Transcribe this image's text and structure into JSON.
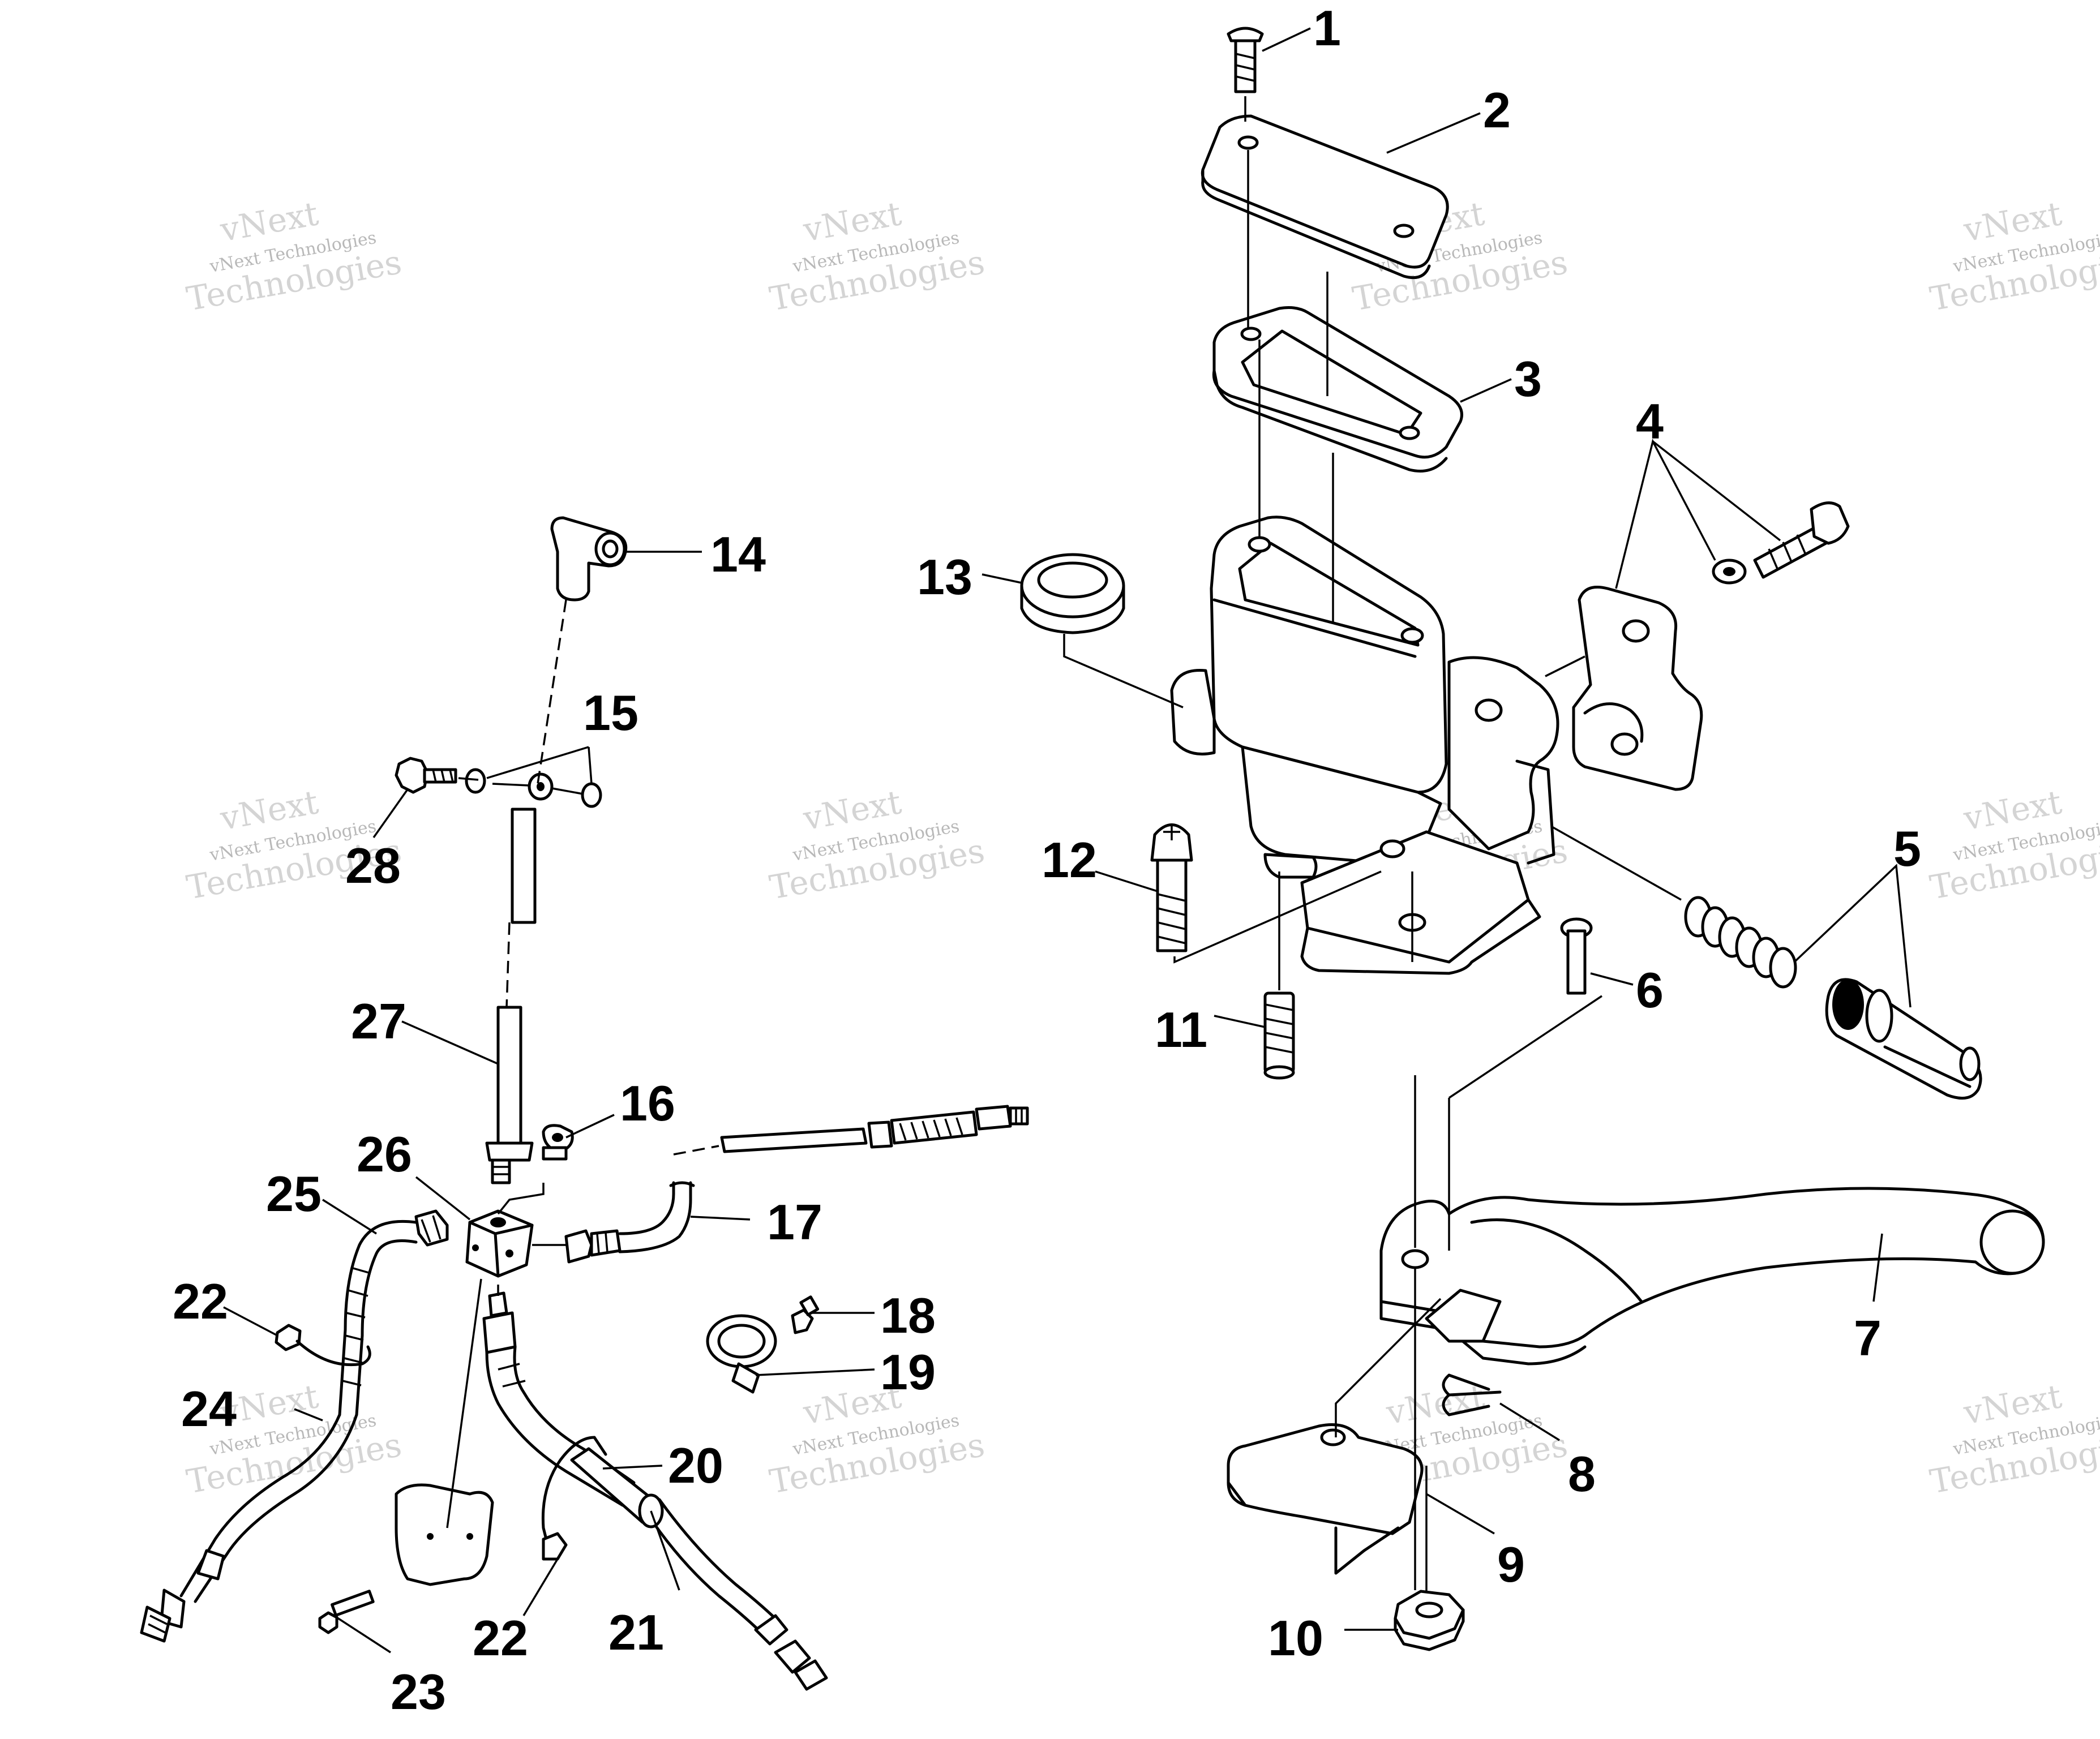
{
  "watermark": {
    "line1": "vNext",
    "line2": "vNext Technologies",
    "line3": "Technologies"
  },
  "callouts": [
    "1",
    "2",
    "3",
    "4",
    "5",
    "6",
    "7",
    "8",
    "9",
    "10",
    "11",
    "12",
    "13",
    "14",
    "15",
    "16",
    "17",
    "18",
    "19",
    "20",
    "21",
    "22",
    "22",
    "23",
    "24",
    "25",
    "26",
    "27",
    "28"
  ]
}
